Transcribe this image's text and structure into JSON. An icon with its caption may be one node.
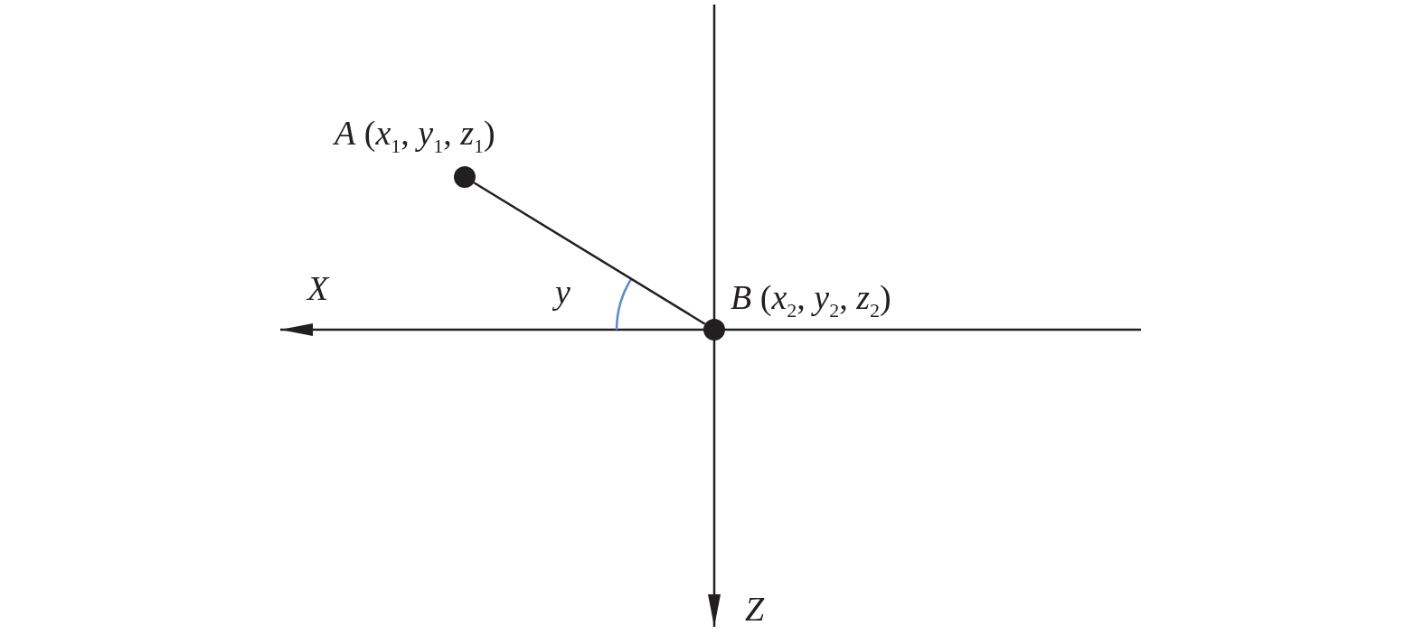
{
  "diagram": {
    "nodes": [
      {
        "text": [],
        "shape": "circle",
        "beside": [
          "*A* (*x*$_{1}$, *y*$_{1}$, *z*$_{1}$)"
        ]
      },
      {
        "text": [],
        "shape": "circle",
        "beside": [
          "*B* (*x*$_{2}$, *y*$_{2}$, *z*$_{2}$)"
        ]
      }
    ],
    "edges": [
      {
        "from": 0,
        "to": 1,
        "arrow": "none"
      }
    ],
    "labels": [
      "X",
      "y",
      "Z"
    ]
  }
}
